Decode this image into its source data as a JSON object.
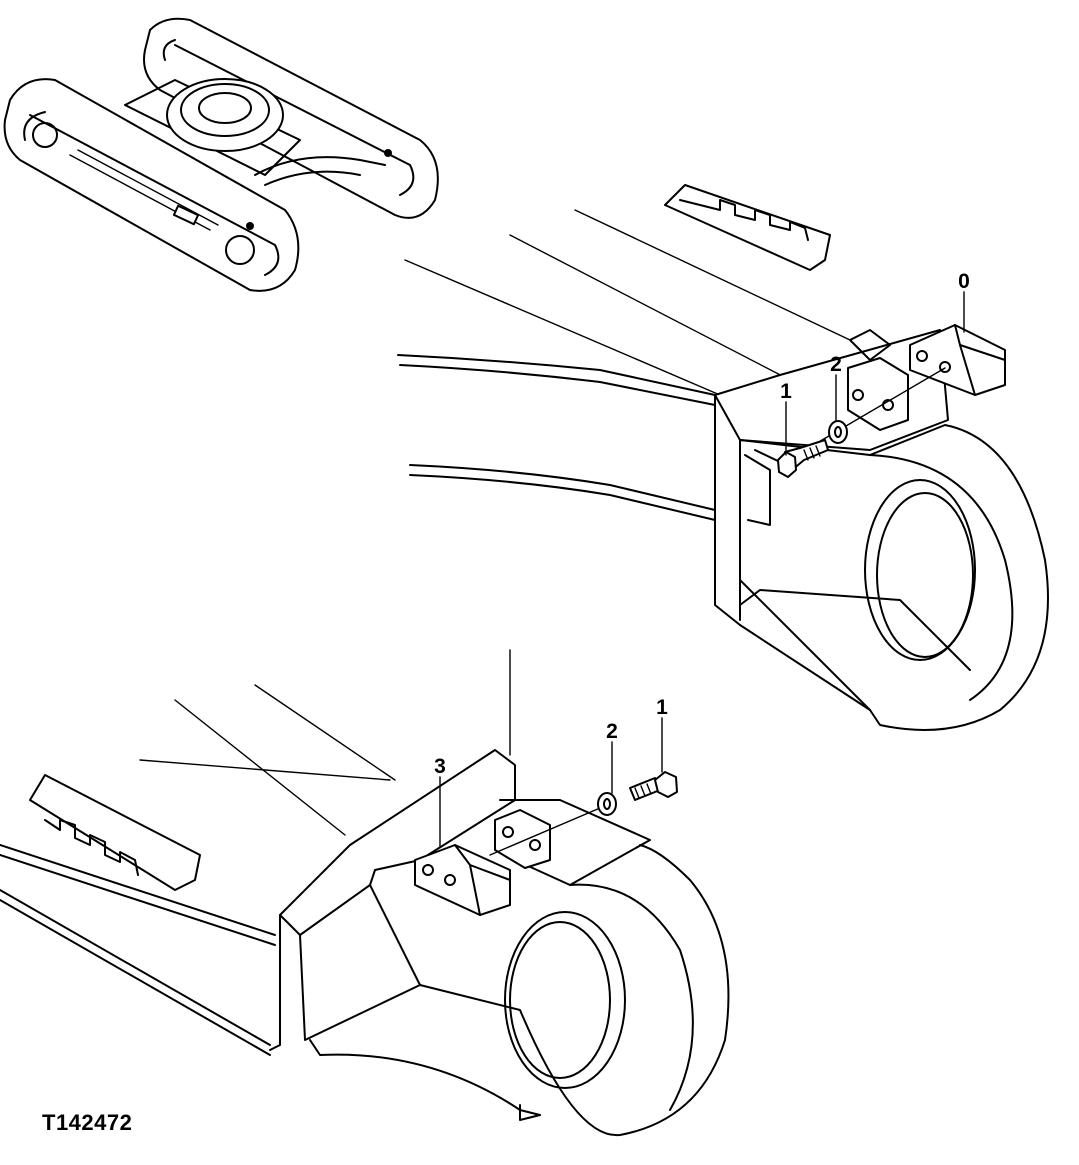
{
  "figure_id": "T142472",
  "callouts": [
    {
      "id": "top-guard",
      "label": "0"
    },
    {
      "id": "top-washer",
      "label": "2"
    },
    {
      "id": "top-bolt",
      "label": "1"
    },
    {
      "id": "bottom-bolt",
      "label": "1"
    },
    {
      "id": "bottom-washer",
      "label": "2"
    },
    {
      "id": "bottom-guard",
      "label": "3"
    }
  ]
}
